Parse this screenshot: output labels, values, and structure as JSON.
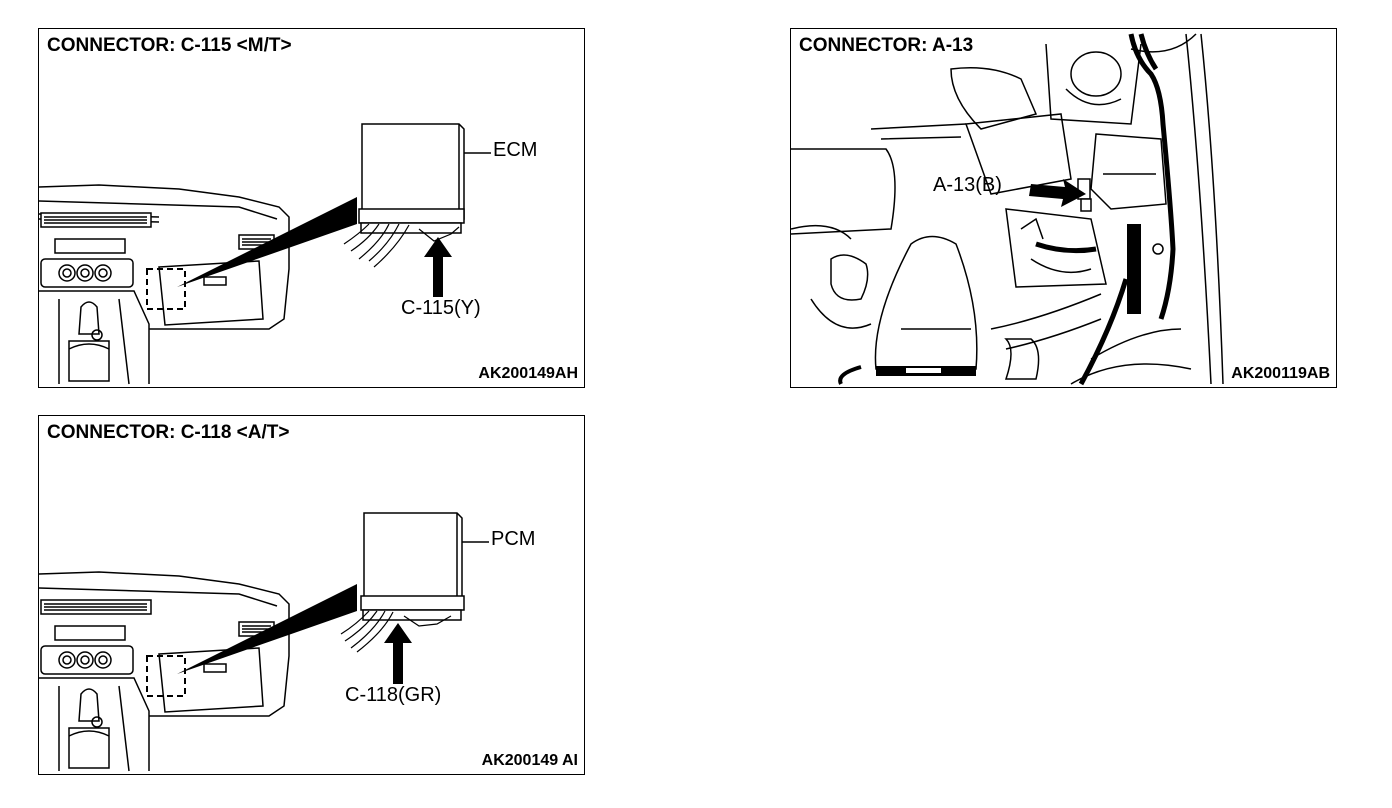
{
  "panels": [
    {
      "title": "CONNECTOR: C-115 <M/T>",
      "module_label": "ECM",
      "connector_label": "C-115(Y)",
      "figure_code": "AK200149AH"
    },
    {
      "title": "CONNECTOR: C-118 <A/T>",
      "module_label": "PCM",
      "connector_label": "C-118(GR)",
      "figure_code": "AK200149 AI"
    },
    {
      "title": "CONNECTOR: A-13",
      "connector_label": "A-13(B)",
      "figure_code_main": "AK200119",
      "figure_code_suffix": "AB"
    }
  ]
}
